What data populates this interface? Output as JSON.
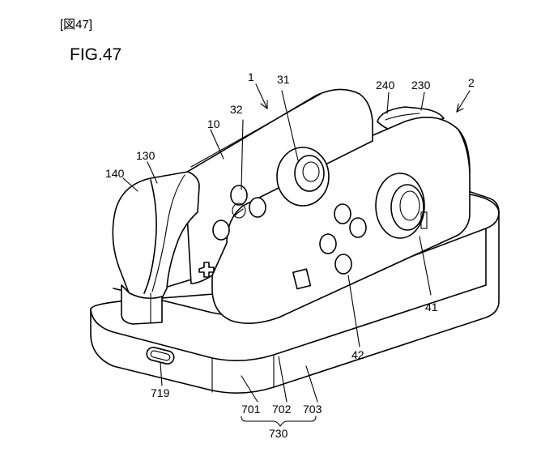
{
  "header": {
    "bracket_label": "[図47]",
    "figure_title": "FIG.47"
  },
  "labels": {
    "unit_1": "1",
    "unit_2": "2",
    "part_10": "10",
    "part_31": "31",
    "part_32": "32",
    "part_41": "41",
    "part_42": "42",
    "part_130": "130",
    "part_140": "140",
    "part_230": "230",
    "part_240": "240",
    "part_701": "701",
    "part_702": "702",
    "part_703": "703",
    "part_719": "719",
    "part_730": "730"
  },
  "colors": {
    "line": "#000000",
    "background": "#ffffff"
  }
}
